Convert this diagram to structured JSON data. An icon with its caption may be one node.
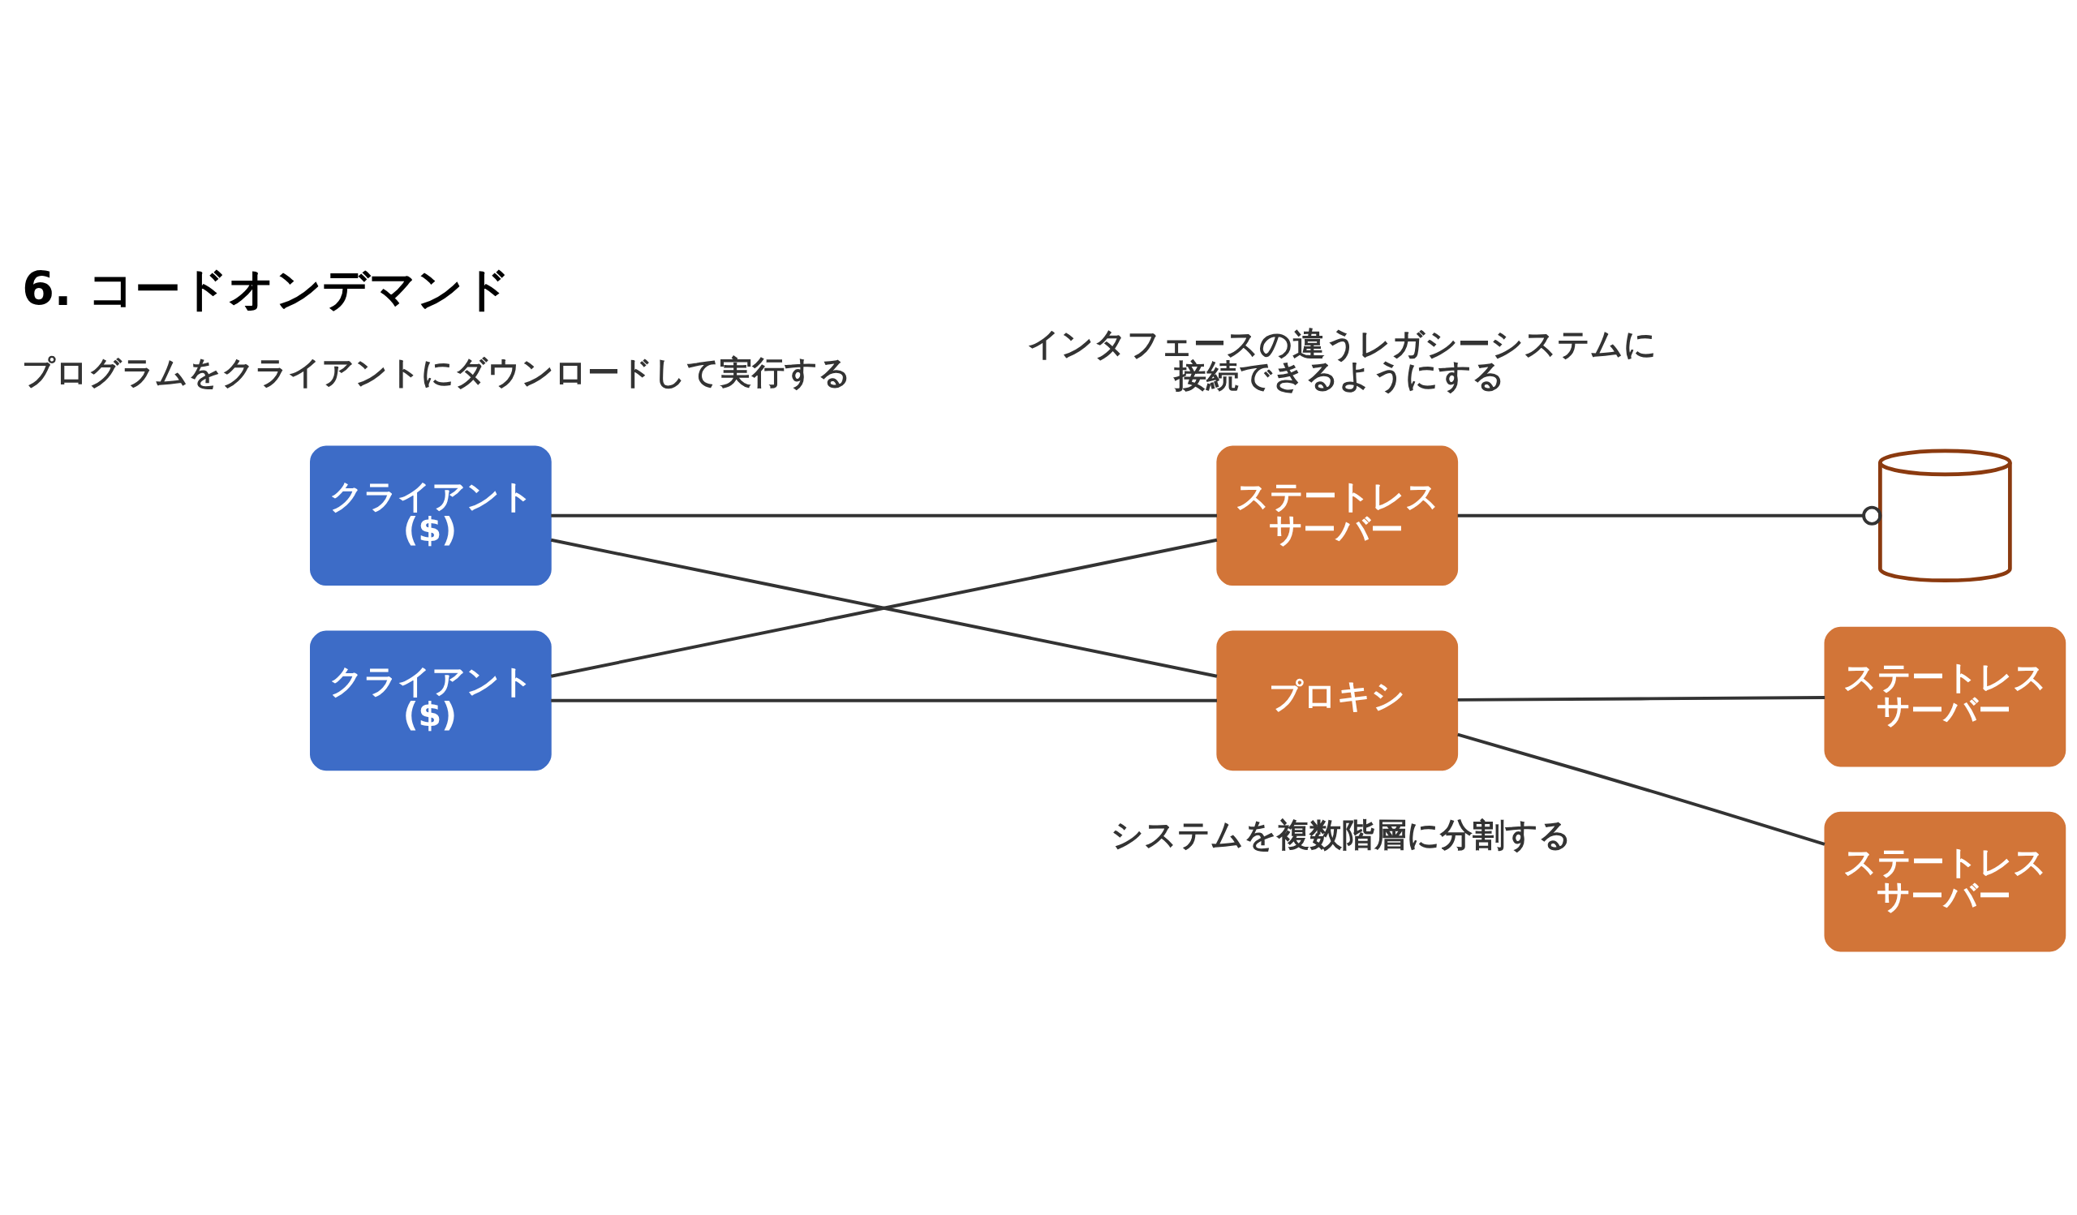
{
  "diagram": {
    "title": "6. コードオンデマンド",
    "nodes": [
      {
        "text": [
          "クライアント($)"
        ]
      },
      {
        "text": [
          "クライアント($)"
        ]
      },
      {
        "text": [
          "ステートレスサーバー"
        ]
      },
      {
        "text": [
          "プロキシ"
        ]
      },
      {
        "text": [],
        "shape": "cylinder"
      },
      {
        "text": [
          "ステートレスサーバー"
        ]
      },
      {
        "text": [
          "ステートレスサーバー"
        ]
      }
    ],
    "edges": [
      {
        "from": 0,
        "to": 2,
        "arrow": "none"
      },
      {
        "from": 0,
        "to": 3,
        "arrow": "none"
      },
      {
        "from": 1,
        "to": 2,
        "arrow": "none"
      },
      {
        "from": 1,
        "to": 3,
        "arrow": "none"
      },
      {
        "from": 2,
        "to": 4,
        "arrow": "other"
      },
      {
        "from": 3,
        "to": 5,
        "arrow": "none"
      },
      {
        "from": 3,
        "to": 6,
        "arrow": "none"
      }
    ],
    "labels": [
      "プログラムをクライアントにダウンロードして実行する",
      "インタフェースの違うレガシーシステムに接続できるようにする",
      "システムを複数階層に分割する"
    ]
  }
}
